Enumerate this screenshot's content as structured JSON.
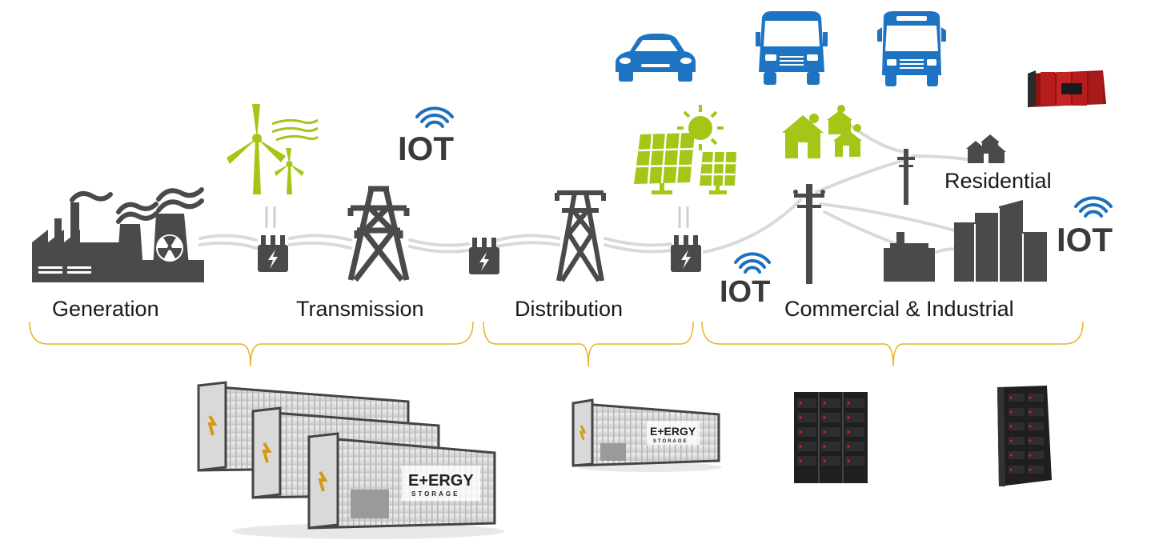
{
  "segments": {
    "generation": "Generation",
    "transmission": "Transmission",
    "distribution": "Distribution",
    "commercial": "Commercial & Industrial",
    "residential": "Residential"
  },
  "iot": {
    "text": "IOT"
  },
  "storage_brand": {
    "name": "E+ERGY",
    "sub": "STORAGE"
  },
  "colors": {
    "accent_green": "#a3c617",
    "ev_blue": "#1d74c3",
    "iot_blue": "#1d6fbd",
    "icon_gray": "#4a4a4a",
    "bracket_gold": "#e6b422",
    "wire_gray": "#d4d4d4"
  },
  "icons": [
    "factory-icon",
    "nuclear-icon",
    "wind-turbine-icon",
    "transformer-icon",
    "transmission-tower-icon",
    "solar-panel-icon",
    "sun-icon",
    "house-icon",
    "utility-pole-icon",
    "buildings-icon",
    "car-icon",
    "truck-icon",
    "bus-icon",
    "container-icon",
    "battery-rack-icon"
  ]
}
